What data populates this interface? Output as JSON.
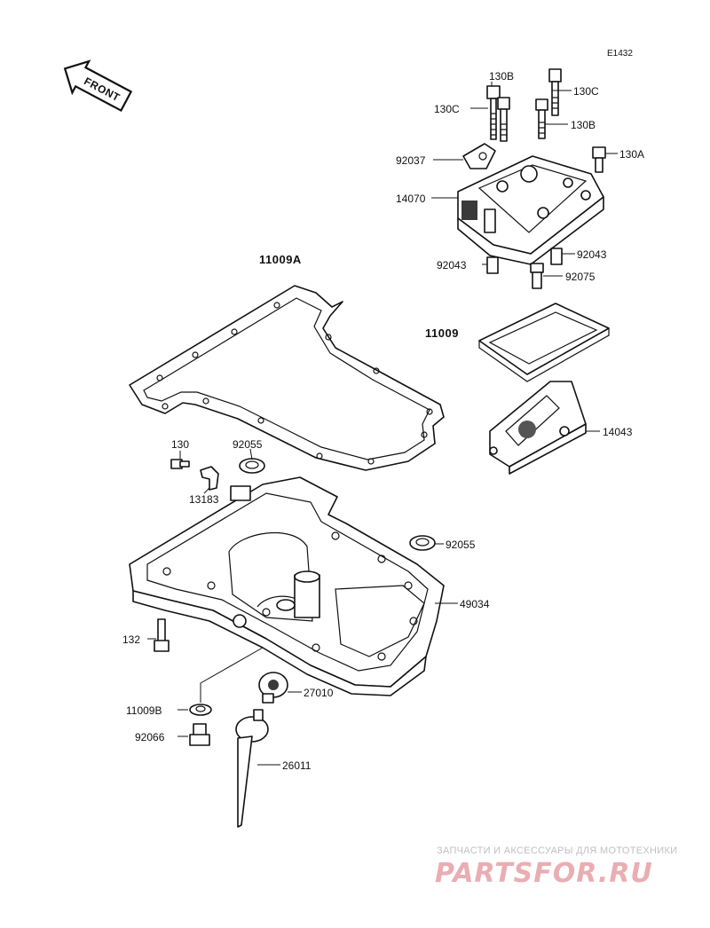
{
  "diagram_code": "E1432",
  "front_arrow_label": "FRONT",
  "parts": {
    "p130c_a": "130C",
    "p130b_a": "130B",
    "p130c_b": "130C",
    "p130b_b": "130B",
    "p130a": "130A",
    "p92037": "92037",
    "p14070": "14070",
    "p92043_a": "92043",
    "p92043_b": "92043",
    "p92075": "92075",
    "p11009a": "11009A",
    "p11009": "11009",
    "p14043": "14043",
    "p130": "130",
    "p92055_a": "92055",
    "p13183": "13183",
    "p92055_b": "92055",
    "p49034": "49034",
    "p132": "132",
    "p27010": "27010",
    "p11009b": "11009B",
    "p92066": "92066",
    "p26011": "26011"
  },
  "watermark": {
    "tagline": "ЗАПЧАСТИ И АКСЕССУАРЫ ДЛЯ МОТОТЕХНИКИ",
    "logo": "PARTSFOR.RU"
  }
}
